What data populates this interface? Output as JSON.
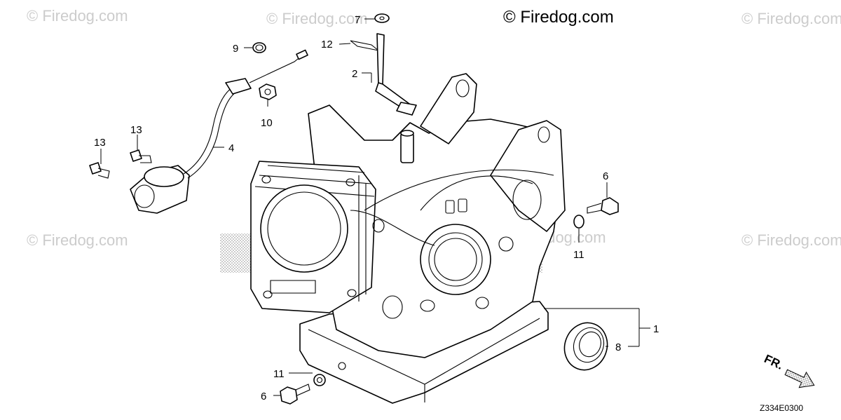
{
  "watermarks": {
    "main": "© Firedog.com",
    "faded": "© Firedog.com"
  },
  "callouts": [
    {
      "id": "c1",
      "label": "1"
    },
    {
      "id": "c2",
      "label": "2"
    },
    {
      "id": "c4",
      "label": "4"
    },
    {
      "id": "c6a",
      "label": "6"
    },
    {
      "id": "c6b",
      "label": "6"
    },
    {
      "id": "c7",
      "label": "7"
    },
    {
      "id": "c8",
      "label": "8"
    },
    {
      "id": "c9",
      "label": "9"
    },
    {
      "id": "c10",
      "label": "10"
    },
    {
      "id": "c11a",
      "label": "11"
    },
    {
      "id": "c11b",
      "label": "11"
    },
    {
      "id": "c12",
      "label": "12"
    },
    {
      "id": "c13a",
      "label": "13"
    },
    {
      "id": "c13b",
      "label": "13"
    }
  ],
  "direction_marker": "FR.",
  "diagram_code": "Z334E0300",
  "colors": {
    "ink": "#000000",
    "watermark": "#c8c8c8",
    "halftone": "#9a9a9a"
  }
}
